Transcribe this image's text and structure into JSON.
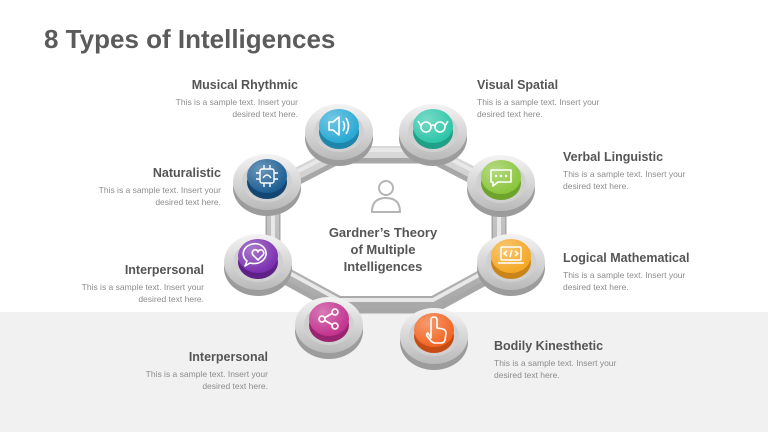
{
  "title": "8 Types of Intelligences",
  "center": {
    "line1": "Gardner’s Theory",
    "line2": "of Multiple",
    "line3": "Intelligences"
  },
  "nodes": [
    {
      "heading": "Musical Rhythmic",
      "text1": "This is a sample text. Insert your",
      "text2": "desired text here.",
      "icon": "speaker-icon",
      "color": "#29a9d4"
    },
    {
      "heading": "Visual Spatial",
      "text1": "This is a sample text. Insert your",
      "text2": "desired text here.",
      "icon": "glasses-icon",
      "color": "#2ec6a9"
    },
    {
      "heading": "Verbal Linguistic",
      "text1": "This is a sample text. Insert your",
      "text2": "desired text here.",
      "icon": "chat-bubble-icon",
      "color": "#8cc63e"
    },
    {
      "heading": "Logical Mathematical",
      "text1": "This is a sample text. Insert your",
      "text2": "desired text here.",
      "icon": "code-laptop-icon",
      "color": "#f4a825"
    },
    {
      "heading": "Bodily Kinesthetic",
      "text1": "This is a sample text. Insert your",
      "text2": "desired text here.",
      "icon": "pointing-hand-icon",
      "color": "#f16522"
    },
    {
      "heading": "Interpersonal",
      "text1": "This is a sample text. Insert your",
      "text2": "desired text here.",
      "icon": "share-icon",
      "color": "#c2338f"
    },
    {
      "heading": "Interpersonal",
      "text1": "This is a sample text. Insert your",
      "text2": "desired text here.",
      "icon": "heart-chat-icon",
      "color": "#7b2fb0"
    },
    {
      "heading": "Naturalistic",
      "text1": "This is a sample text. Insert your",
      "text2": "desired text here.",
      "icon": "circuit-brain-icon",
      "color": "#1d5f94"
    }
  ]
}
